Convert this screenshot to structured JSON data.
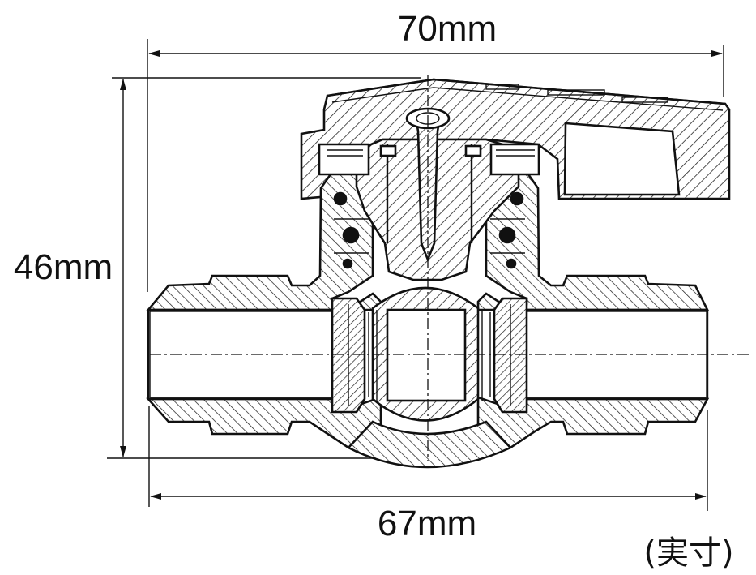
{
  "dimensions": {
    "top_width": "70mm",
    "height": "46mm",
    "bottom_width": "67mm"
  },
  "note": "(実寸)",
  "colors": {
    "line": "#111111",
    "handle": "#ffffff",
    "background": "#ffffff"
  }
}
